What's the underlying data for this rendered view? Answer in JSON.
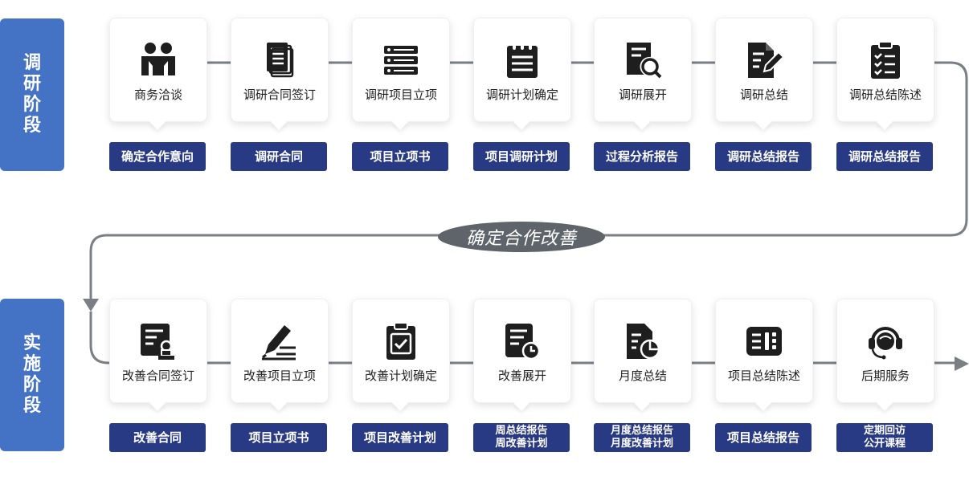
{
  "phases": [
    {
      "label": "调研阶段"
    },
    {
      "label": "实施阶段"
    }
  ],
  "research_steps": [
    {
      "label": "商务洽谈",
      "icon": "people-icon",
      "doc": "确定合作意向"
    },
    {
      "label": "调研合同签订",
      "icon": "documents-icon",
      "doc": "调研合同"
    },
    {
      "label": "调研项目立项",
      "icon": "server-list-icon",
      "doc": "项目立项书"
    },
    {
      "label": "调研计划确定",
      "icon": "notepad-icon",
      "doc": "项目调研计划"
    },
    {
      "label": "调研展开",
      "icon": "document-search-icon",
      "doc": "过程分析报告"
    },
    {
      "label": "调研总结",
      "icon": "document-edit-icon",
      "doc": "调研总结报告"
    },
    {
      "label": "调研总结陈述",
      "icon": "clipboard-checklist-icon",
      "doc": "调研总结报告"
    }
  ],
  "transition": {
    "label": "确定合作改善"
  },
  "implementation_steps": [
    {
      "label": "改善合同签订",
      "icon": "contract-seal-icon",
      "doc": "改善合同"
    },
    {
      "label": "改善项目立项",
      "icon": "pen-writing-icon",
      "doc": "项目立项书"
    },
    {
      "label": "改善计划确定",
      "icon": "clipboard-check-icon",
      "doc": "项目改善计划"
    },
    {
      "label": "改善展开",
      "icon": "document-clock-icon",
      "doc": "周总结报告\n周改善计划"
    },
    {
      "label": "月度总结",
      "icon": "document-chart-icon",
      "doc": "月度总结报告\n月度改善计划"
    },
    {
      "label": "项目总结陈述",
      "icon": "presentation-board-icon",
      "doc": "项目总结报告"
    },
    {
      "label": "后期服务",
      "icon": "headset-icon",
      "doc": "定期回访\n公开课程"
    }
  ],
  "colors": {
    "phase": "#4472c4",
    "doc": "#283a84",
    "connector": "#7a7f85",
    "transition": "#5e646a",
    "icon": "#1e1e1e"
  }
}
